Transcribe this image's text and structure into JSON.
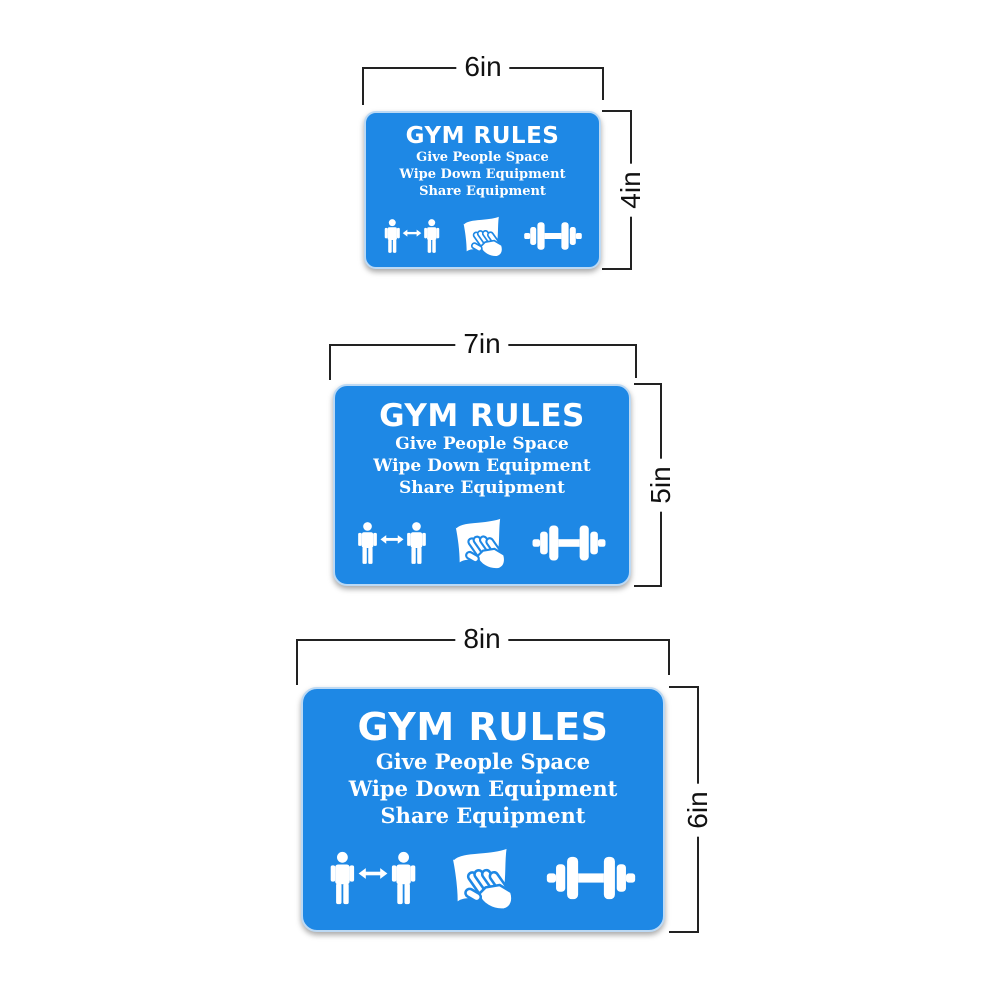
{
  "colors": {
    "sign_background": "#1e88e5",
    "sign_border": "#bcd9f4",
    "text": "#ffffff",
    "dimension_lines": "#222222"
  },
  "signs": [
    {
      "width_label": "6in",
      "height_label": "4in",
      "title": "GYM RULES",
      "rules": [
        "Give People Space",
        "Wipe Down Equipment",
        "Share Equipment"
      ],
      "icons": [
        "two-people-distance-icon",
        "wiping-hand-icon",
        "dumbbell-icon"
      ]
    },
    {
      "width_label": "7in",
      "height_label": "5in",
      "title": "GYM RULES",
      "rules": [
        "Give People Space",
        "Wipe Down Equipment",
        "Share Equipment"
      ],
      "icons": [
        "two-people-distance-icon",
        "wiping-hand-icon",
        "dumbbell-icon"
      ]
    },
    {
      "width_label": "8in",
      "height_label": "6in",
      "title": "GYM RULES",
      "rules": [
        "Give People Space",
        "Wipe Down Equipment",
        "Share Equipment"
      ],
      "icons": [
        "two-people-distance-icon",
        "wiping-hand-icon",
        "dumbbell-icon"
      ]
    }
  ]
}
